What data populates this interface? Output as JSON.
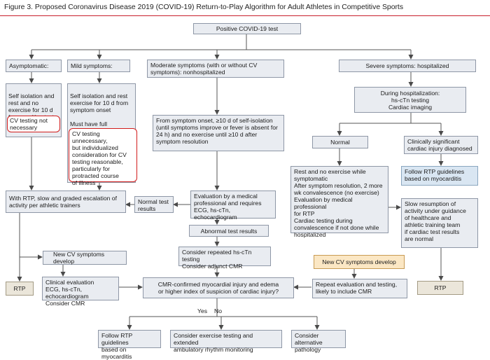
{
  "figure": {
    "title": "Figure 3. Proposed Coronavirus Disease 2019 (COVID-19) Return-to-Play Algorithm for Adult Athletes in Competitive Sports"
  },
  "nodes": {
    "positive_test": "Positive COVID-19 test",
    "asymptomatic": "Asymptomatic:",
    "asym_isolation": "Self isolation and\nrest and no\nexercise for 10 d\nfrom positive test",
    "asym_cv_testing": "CV testing not\nnecessary",
    "mild": "Mild symptoms:",
    "mild_isolation": "Self isolation and rest\nexercise for 10 d from\nsymptom onset\n\nMust have full\nresolution of symptoms",
    "mild_cv_testing": "CV testing unnecessary,\nbut individualized\nconsideration for CV\ntesting reasonable,\nparticularly for\nprotracted course\nof illness",
    "moderate": "Moderate symptoms (with or without CV\nsymptoms): nonhospitalized",
    "mod_onset": "From symptom onset, ≥10 d of self-isolation\n(until symptoms improve or fever is absent for\n24 h) and no exercise until ≥10 d after\nsymptom resolution",
    "evaluation": "Evaluation by a medical\nprofessional and requires\nECG, hs-cTn, echocardiogram",
    "normal_tests": "Normal test\nresults",
    "rtp_graded": "With RTP, slow and graded escalation of\nactivity per athletic trainers",
    "abnormal": "Abnormal test results",
    "repeat_hs": "Consider repeated hs-cTn testing\nConsider adjunct CMR",
    "new_cv_left": "New CV symptoms develop",
    "clinical_eval": "Clinical evaluation\nECG, hs-cTn, echocardiogram\nConsider CMR",
    "rtp_left": "RTP",
    "cmr_question": "CMR-confirmed myocardial injury and edema\nor higher index of suspicion of cardiac injury?",
    "yes": "Yes",
    "no": "No",
    "follow_rtp_bottom": "Follow RTP guidelines\nbased on myocarditis",
    "exercise_testing": "Consider exercise testing and extended\nambulatory rhythm monitoring",
    "alt_pathology": "Consider alternative\npathology",
    "severe": "Severe symptoms: hospitalized",
    "during_hosp": "During hospitalization:\nhs-cTn testing\nCardiac imaging",
    "normal_right": "Normal",
    "significant": "Clinically significant\ncardiac injury diagnosed",
    "rest_block": "Rest and no exercise while\nsymptomatic\nAfter symptom resolution, 2 more\nwk convalescence (no exercise)\nEvaluation by medical professional\nfor RTP\nCardiac testing during\nconvalescence if not done while\nhospitalized",
    "follow_rtp_right": "Follow RTP guidelines\nbased on myocarditis",
    "slow_resumption": "Slow resumption of\nactivity under guidance\nof healthcare and\nathletic training team\nif cardiac test results\nare normal",
    "new_cv_right": "New CV symptoms develop",
    "repeat_eval": "Repeat evaluation and testing,\nlikely to include CMR",
    "rtp_right": "RTP"
  },
  "colors": {
    "box_fill": "#e9ecf1",
    "box_border": "#8e97a6",
    "highlight_border": "#d21c1c",
    "orange_fill": "#fbe7c4",
    "blue_fill": "#d9e6f2",
    "tan_fill": "#ebe6da",
    "title_rule": "#c8202d"
  }
}
